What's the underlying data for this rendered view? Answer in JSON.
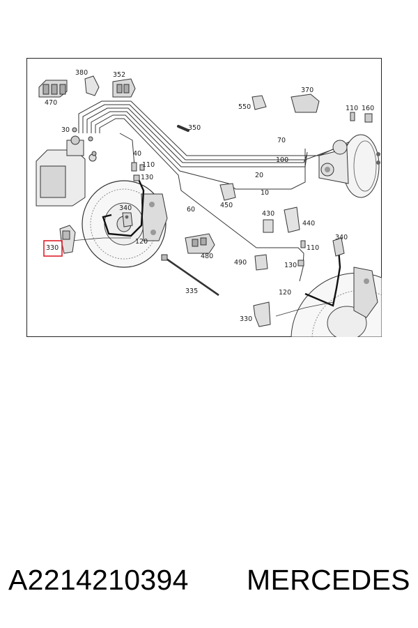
{
  "diagram": {
    "highlight_color": "#e0202a",
    "highlighted_label": "330",
    "callouts": {
      "c380": "380",
      "c352": "352",
      "c470": "470",
      "c370": "370",
      "c550": "550",
      "c110a": "110",
      "c160": "160",
      "c350": "350",
      "c30": "30",
      "c70": "70",
      "c40": "40",
      "c110b": "110",
      "c100": "100",
      "c20": "20",
      "c130a": "130",
      "c10": "10",
      "c450": "450",
      "c340a": "340",
      "c60": "60",
      "c430": "430",
      "c440": "440",
      "c330a": "330",
      "c120a": "120",
      "c110c": "110",
      "c340b": "340",
      "c480": "480",
      "c490": "490",
      "c130b": "130",
      "c120b": "120",
      "c335": "335",
      "c330b": "330"
    }
  },
  "caption": {
    "part_number": "A2214210394",
    "brand": "MERCEDES"
  }
}
